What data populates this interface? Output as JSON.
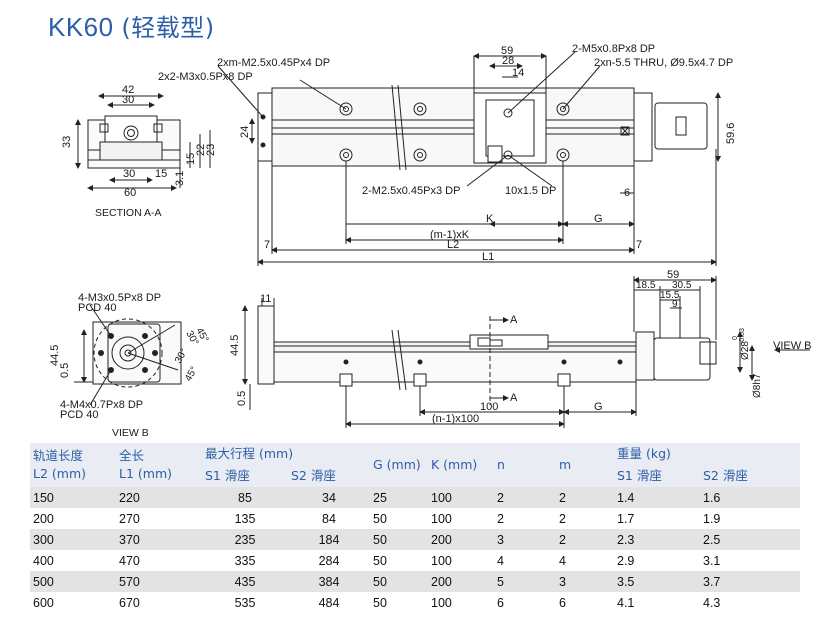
{
  "title": {
    "model": "KK60",
    "variant": "(轻载型)"
  },
  "top_view": {
    "labels": {
      "holes_rail": "2xm-M2.5x0.45Px4 DP",
      "holes_end": "2x2-M3x0.5Px8 DP",
      "block_holes": "2-M5x0.8Px8 DP",
      "thru": "2xn-5.5 THRU, Ø9.5x4.7 DP",
      "side_holes": "2-M2.5x0.45Px3 DP",
      "slot": "10x1.5 DP",
      "dim_59": "59",
      "dim_28": "28",
      "dim_14": "14",
      "dim_24": "24",
      "dim_59_6": "59.6",
      "dim_6": "6",
      "dim_K": "K",
      "dim_G": "G",
      "dim_nK": "(m-1)xK",
      "dim_L2": "L2",
      "dim_L1": "L1",
      "dim_7a": "7",
      "dim_7b": "7"
    }
  },
  "section": {
    "caption": "SECTION A-A",
    "dims": {
      "d42": "42",
      "d30": "30",
      "d33": "33",
      "d15": "15",
      "d22": "22",
      "d23": "23",
      "d3_1": "3.1",
      "d30b": "30",
      "d15b": "15",
      "d60": "60"
    }
  },
  "view_b": {
    "caption": "VIEW B",
    "holes_top": "4-M3x0.5Px8 DP",
    "pcd_top": "PCD 40",
    "holes_bot": "4-M4x0.7Px8 DP",
    "pcd_bot": "PCD 40",
    "angle1": "45°",
    "angle2": "30°",
    "angle3": "30°",
    "angle4": "45°",
    "dim_44_5": "44.5",
    "dim_0_5": "0.5"
  },
  "side_view": {
    "dim_11": "11",
    "dim_44_5": "44.5",
    "dim_0_5": "0.5",
    "dim_100": "100",
    "dim_G": "G",
    "dim_n100": "(n-1)x100",
    "section_A_top": "A",
    "section_A_bot": "A"
  },
  "right_view": {
    "view_b_label": "VIEW B",
    "dim_59": "59",
    "dim_18_5": "18.5",
    "dim_30_5": "30.5",
    "dim_15_5": "15.5",
    "dim_9": "9",
    "dim_28": "Ø28",
    "tol_28_top": "0",
    "tol_28_bot": "-0.03",
    "dim_8h7": "Ø8h7"
  },
  "table": {
    "headers": {
      "rail_length": "轨道长度",
      "rail_length_sym": "L2 (mm)",
      "total_length": "全长",
      "total_length_sym": "L1 (mm)",
      "max_stroke": "最大行程 (mm)",
      "s1": "S1 滑座",
      "s2": "S2 滑座",
      "g": "G (mm)",
      "k": "K (mm)",
      "n": "n",
      "m": "m",
      "weight": "重量 (kg)",
      "w_s1": "S1 滑座",
      "w_s2": "S2 滑座"
    },
    "rows": [
      {
        "l2": "150",
        "l1": "220",
        "s1": "85",
        "s2": "34",
        "g": "25",
        "k": "100",
        "n": "2",
        "m": "2",
        "w1": "1.4",
        "w2": "1.6"
      },
      {
        "l2": "200",
        "l1": "270",
        "s1": "135",
        "s2": "84",
        "g": "50",
        "k": "100",
        "n": "2",
        "m": "2",
        "w1": "1.7",
        "w2": "1.9"
      },
      {
        "l2": "300",
        "l1": "370",
        "s1": "235",
        "s2": "184",
        "g": "50",
        "k": "200",
        "n": "3",
        "m": "2",
        "w1": "2.3",
        "w2": "2.5"
      },
      {
        "l2": "400",
        "l1": "470",
        "s1": "335",
        "s2": "284",
        "g": "50",
        "k": "100",
        "n": "4",
        "m": "4",
        "w1": "2.9",
        "w2": "3.1"
      },
      {
        "l2": "500",
        "l1": "570",
        "s1": "435",
        "s2": "384",
        "g": "50",
        "k": "200",
        "n": "5",
        "m": "3",
        "w1": "3.5",
        "w2": "3.7"
      },
      {
        "l2": "600",
        "l1": "670",
        "s1": "535",
        "s2": "484",
        "g": "50",
        "k": "100",
        "n": "6",
        "m": "6",
        "w1": "4.1",
        "w2": "4.3"
      }
    ]
  }
}
